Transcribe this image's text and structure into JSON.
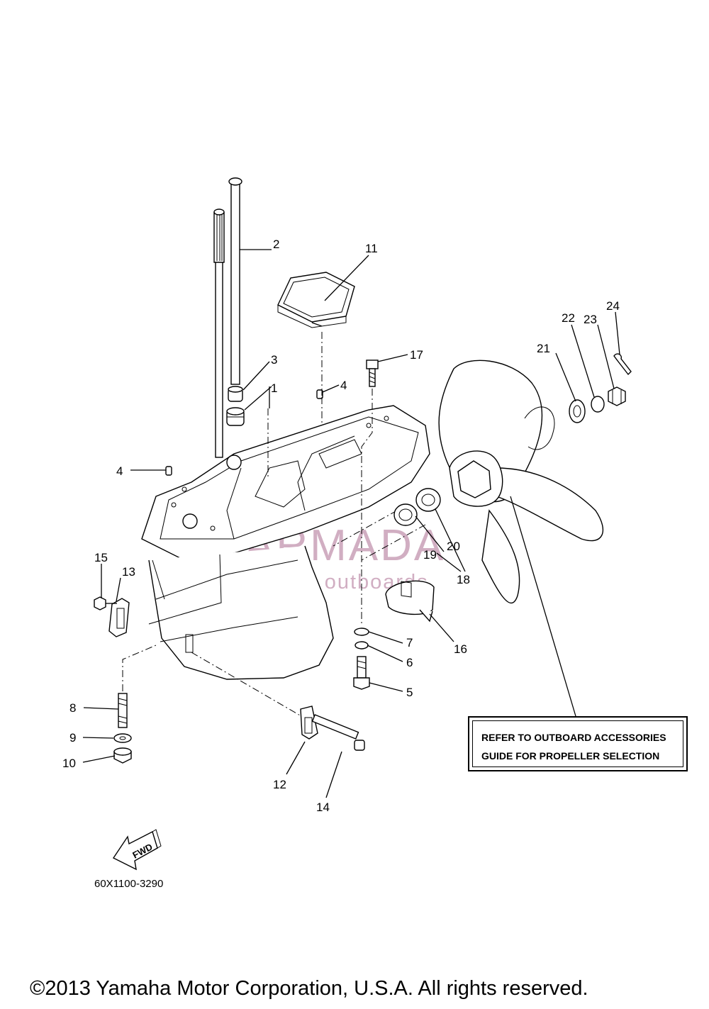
{
  "callouts": [
    "1",
    "2",
    "3",
    "4",
    "4",
    "5",
    "6",
    "7",
    "8",
    "9",
    "10",
    "11",
    "12",
    "13",
    "14",
    "15",
    "16",
    "17",
    "18",
    "19",
    "20",
    "21",
    "22",
    "23",
    "24"
  ],
  "fwd_label": "FWD",
  "watermark": {
    "brand": "ARMADA",
    "tagline": "marine outboards",
    "color": "#c9a0b8"
  },
  "note": {
    "line1": "REFER TO OUTBOARD ACCESSORIES",
    "line2": "GUIDE  FOR PROPELLER SELECTION"
  },
  "diagram_code": "60X1100-3290",
  "copyright": "©2013 Yamaha Motor Corporation, U.S.A. All rights reserved."
}
